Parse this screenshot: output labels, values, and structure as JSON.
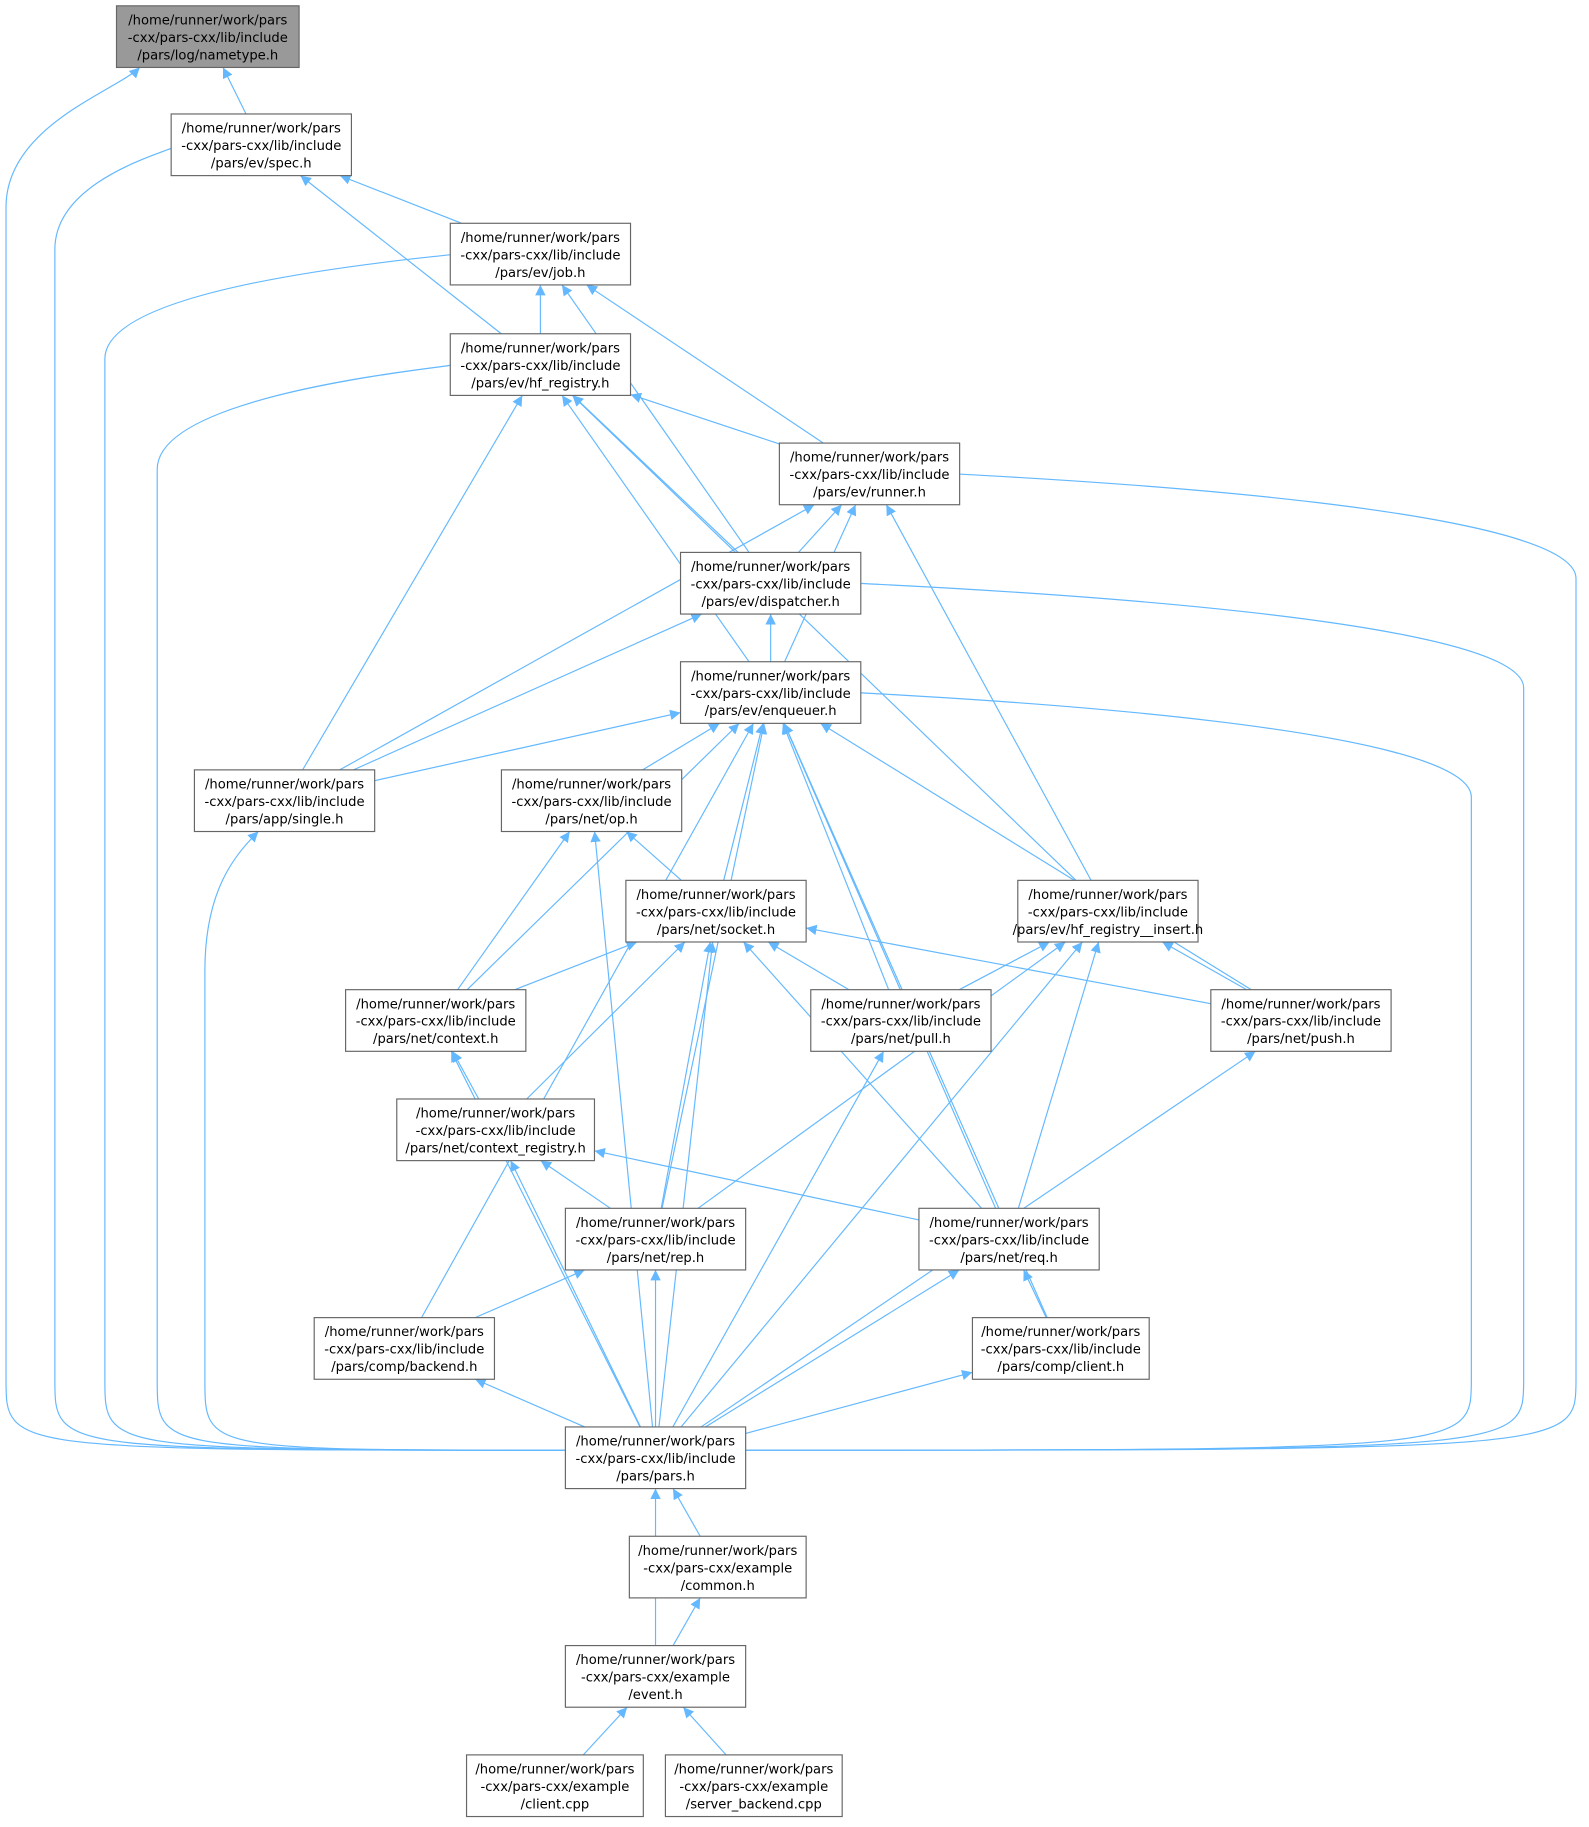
{
  "title": "Include dependency graph for /home/runner/work/pars-cxx/pars-cxx/lib/include/pars/log/nametype.h",
  "colors": {
    "edge": "#63b8ff",
    "node_border": "#666666",
    "highlight_fill": "#999999"
  },
  "nodes": [
    {
      "id": "nametype",
      "highlighted": true,
      "lines": [
        "/home/runner/work/pars",
        "-cxx/pars-cxx/lib/include",
        "/pars/log/nametype.h"
      ]
    },
    {
      "id": "spec",
      "lines": [
        "/home/runner/work/pars",
        "-cxx/pars-cxx/lib/include",
        "/pars/ev/spec.h"
      ]
    },
    {
      "id": "job",
      "lines": [
        "/home/runner/work/pars",
        "-cxx/pars-cxx/lib/include",
        "/pars/ev/job.h"
      ]
    },
    {
      "id": "hf_registry",
      "lines": [
        "/home/runner/work/pars",
        "-cxx/pars-cxx/lib/include",
        "/pars/ev/hf_registry.h"
      ]
    },
    {
      "id": "runner",
      "lines": [
        "/home/runner/work/pars",
        "-cxx/pars-cxx/lib/include",
        "/pars/ev/runner.h"
      ]
    },
    {
      "id": "dispatcher",
      "lines": [
        "/home/runner/work/pars",
        "-cxx/pars-cxx/lib/include",
        "/pars/ev/dispatcher.h"
      ]
    },
    {
      "id": "enqueuer",
      "lines": [
        "/home/runner/work/pars",
        "-cxx/pars-cxx/lib/include",
        "/pars/ev/enqueuer.h"
      ]
    },
    {
      "id": "single",
      "lines": [
        "/home/runner/work/pars",
        "-cxx/pars-cxx/lib/include",
        "/pars/app/single.h"
      ]
    },
    {
      "id": "op",
      "lines": [
        "/home/runner/work/pars",
        "-cxx/pars-cxx/lib/include",
        "/pars/net/op.h"
      ]
    },
    {
      "id": "socket",
      "lines": [
        "/home/runner/work/pars",
        "-cxx/pars-cxx/lib/include",
        "/pars/net/socket.h"
      ]
    },
    {
      "id": "hf_insert",
      "lines": [
        "/home/runner/work/pars",
        "-cxx/pars-cxx/lib/include",
        "/pars/ev/hf_registry__insert.h"
      ]
    },
    {
      "id": "context",
      "lines": [
        "/home/runner/work/pars",
        "-cxx/pars-cxx/lib/include",
        "/pars/net/context.h"
      ]
    },
    {
      "id": "pull",
      "lines": [
        "/home/runner/work/pars",
        "-cxx/pars-cxx/lib/include",
        "/pars/net/pull.h"
      ]
    },
    {
      "id": "push",
      "lines": [
        "/home/runner/work/pars",
        "-cxx/pars-cxx/lib/include",
        "/pars/net/push.h"
      ]
    },
    {
      "id": "context_registry",
      "lines": [
        "/home/runner/work/pars",
        "-cxx/pars-cxx/lib/include",
        "/pars/net/context_registry.h"
      ]
    },
    {
      "id": "rep",
      "lines": [
        "/home/runner/work/pars",
        "-cxx/pars-cxx/lib/include",
        "/pars/net/rep.h"
      ]
    },
    {
      "id": "req",
      "lines": [
        "/home/runner/work/pars",
        "-cxx/pars-cxx/lib/include",
        "/pars/net/req.h"
      ]
    },
    {
      "id": "backend",
      "lines": [
        "/home/runner/work/pars",
        "-cxx/pars-cxx/lib/include",
        "/pars/comp/backend.h"
      ]
    },
    {
      "id": "client_h",
      "lines": [
        "/home/runner/work/pars",
        "-cxx/pars-cxx/lib/include",
        "/pars/comp/client.h"
      ]
    },
    {
      "id": "pars",
      "lines": [
        "/home/runner/work/pars",
        "-cxx/pars-cxx/lib/include",
        "/pars/pars.h"
      ]
    },
    {
      "id": "common",
      "lines": [
        "/home/runner/work/pars",
        "-cxx/pars-cxx/example",
        "/common.h"
      ]
    },
    {
      "id": "event",
      "lines": [
        "/home/runner/work/pars",
        "-cxx/pars-cxx/example",
        "/event.h"
      ]
    },
    {
      "id": "client_cpp",
      "lines": [
        "/home/runner/work/pars",
        "-cxx/pars-cxx/example",
        "/client.cpp"
      ]
    },
    {
      "id": "server_backend",
      "lines": [
        "/home/runner/work/pars",
        "-cxx/pars-cxx/example",
        "/server_backend.cpp"
      ]
    }
  ],
  "edges": [
    [
      "nametype",
      "spec"
    ],
    [
      "nametype",
      "pars"
    ],
    [
      "spec",
      "job"
    ],
    [
      "spec",
      "hf_registry"
    ],
    [
      "spec",
      "pars"
    ],
    [
      "job",
      "hf_registry"
    ],
    [
      "job",
      "pars"
    ],
    [
      "job",
      "dispatcher"
    ],
    [
      "job",
      "runner"
    ],
    [
      "hf_registry",
      "runner"
    ],
    [
      "hf_registry",
      "dispatcher"
    ],
    [
      "hf_registry",
      "enqueuer"
    ],
    [
      "hf_registry",
      "single"
    ],
    [
      "hf_registry",
      "hf_insert"
    ],
    [
      "hf_registry",
      "pars"
    ],
    [
      "runner",
      "dispatcher"
    ],
    [
      "runner",
      "enqueuer"
    ],
    [
      "runner",
      "single"
    ],
    [
      "runner",
      "hf_insert"
    ],
    [
      "runner",
      "pars"
    ],
    [
      "dispatcher",
      "enqueuer"
    ],
    [
      "dispatcher",
      "single"
    ],
    [
      "dispatcher",
      "pars"
    ],
    [
      "enqueuer",
      "single"
    ],
    [
      "enqueuer",
      "op"
    ],
    [
      "enqueuer",
      "socket"
    ],
    [
      "enqueuer",
      "context"
    ],
    [
      "enqueuer",
      "pull"
    ],
    [
      "enqueuer",
      "push"
    ],
    [
      "enqueuer",
      "rep"
    ],
    [
      "enqueuer",
      "req"
    ],
    [
      "enqueuer",
      "backend"
    ],
    [
      "enqueuer",
      "client_h"
    ],
    [
      "enqueuer",
      "pars"
    ],
    [
      "single",
      "pars"
    ],
    [
      "op",
      "socket"
    ],
    [
      "op",
      "context"
    ],
    [
      "op",
      "pars"
    ],
    [
      "socket",
      "context"
    ],
    [
      "socket",
      "context_registry"
    ],
    [
      "socket",
      "rep"
    ],
    [
      "socket",
      "pull"
    ],
    [
      "socket",
      "push"
    ],
    [
      "socket",
      "req"
    ],
    [
      "socket",
      "pars"
    ],
    [
      "hf_insert",
      "pull"
    ],
    [
      "hf_insert",
      "push"
    ],
    [
      "hf_insert",
      "rep"
    ],
    [
      "hf_insert",
      "req"
    ],
    [
      "hf_insert",
      "pars"
    ],
    [
      "context",
      "context_registry"
    ],
    [
      "context",
      "pars"
    ],
    [
      "context_registry",
      "rep"
    ],
    [
      "context_registry",
      "req"
    ],
    [
      "context_registry",
      "pars"
    ],
    [
      "rep",
      "backend"
    ],
    [
      "rep",
      "pars"
    ],
    [
      "req",
      "client_h"
    ],
    [
      "req",
      "pars"
    ],
    [
      "pull",
      "pars"
    ],
    [
      "push",
      "pars"
    ],
    [
      "backend",
      "pars"
    ],
    [
      "client_h",
      "pars"
    ],
    [
      "pars",
      "common"
    ],
    [
      "pars",
      "event"
    ],
    [
      "common",
      "event"
    ],
    [
      "event",
      "client_cpp"
    ],
    [
      "event",
      "server_backend"
    ]
  ]
}
